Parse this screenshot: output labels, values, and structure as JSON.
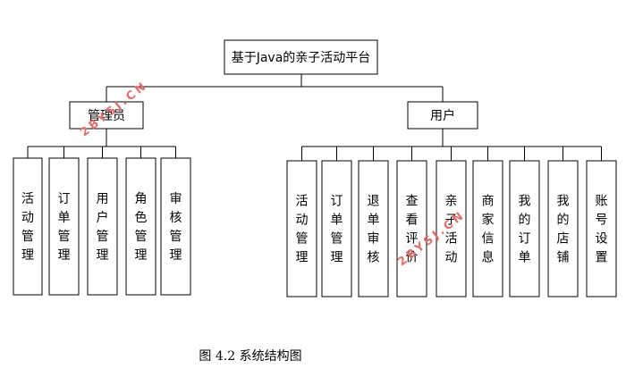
{
  "root": {
    "label": "基于Java的亲子活动平台"
  },
  "groups": [
    {
      "label": "管理员",
      "children": [
        "活动管理",
        "订单管理",
        "用户管理",
        "角色管理",
        "审核管理"
      ]
    },
    {
      "label": "用户",
      "children": [
        "活动管理",
        "订单管理",
        "退单审核",
        "查看评价",
        "亲子活动",
        "商家信息",
        "我的订单",
        "我的店铺",
        "账号设置"
      ]
    }
  ],
  "caption": "图 4.2  系统结构图",
  "watermark": "2BYSJ.CN",
  "colors": {
    "line": "#000000",
    "watermark": "#e07070"
  }
}
